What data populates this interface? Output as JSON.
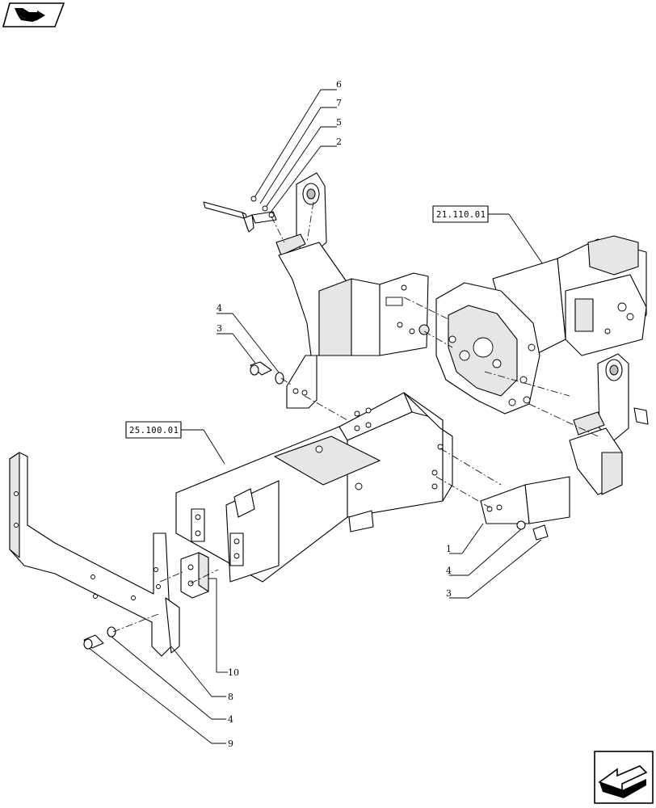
{
  "icons": {
    "top_left": "book-arrow-icon",
    "bottom_right": "next-page-arrow-icon"
  },
  "references": {
    "transmission": "21.110.01",
    "frame": "25.100.01"
  },
  "callouts": {
    "c6": "6",
    "c7": "7",
    "c5": "5",
    "c2": "2",
    "c4_upper": "4",
    "c3_upper": "3",
    "c1": "1",
    "c4_right": "4",
    "c3_right": "3",
    "c10": "10",
    "c8": "8",
    "c4_lower": "4",
    "c9": "9"
  }
}
